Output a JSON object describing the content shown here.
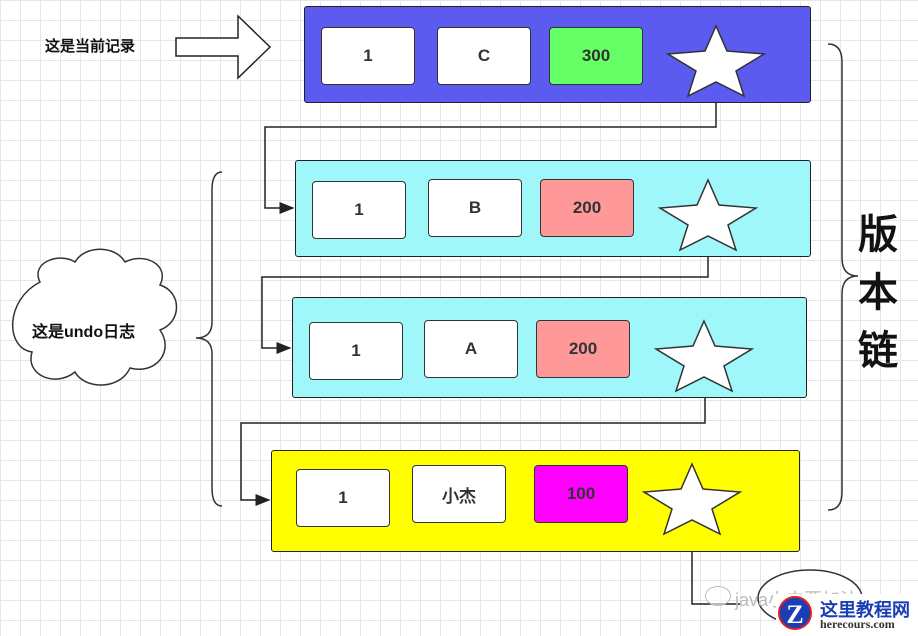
{
  "labels": {
    "current_record": "这是当前记录",
    "undo_log": "这是undo日志",
    "version_chain": [
      "版",
      "本",
      "链"
    ]
  },
  "records": [
    {
      "role": "current",
      "fields": [
        "1",
        "C",
        "300"
      ],
      "background": "#5b5bf0",
      "value_color": "#66ff66"
    },
    {
      "role": "undo",
      "fields": [
        "1",
        "B",
        "200"
      ],
      "background": "#a0f7fa",
      "value_color": "#ff9999"
    },
    {
      "role": "undo",
      "fields": [
        "1",
        "A",
        "200"
      ],
      "background": "#a0f7fa",
      "value_color": "#ff9999"
    },
    {
      "role": "undo",
      "fields": [
        "1",
        "小杰",
        "100"
      ],
      "background": "#ffff00",
      "value_color": "#ff00ff"
    }
  ],
  "watermark": {
    "text": "java小杰要加油",
    "logo_title": "这里教程网",
    "logo_url_text": "herecours.com"
  }
}
